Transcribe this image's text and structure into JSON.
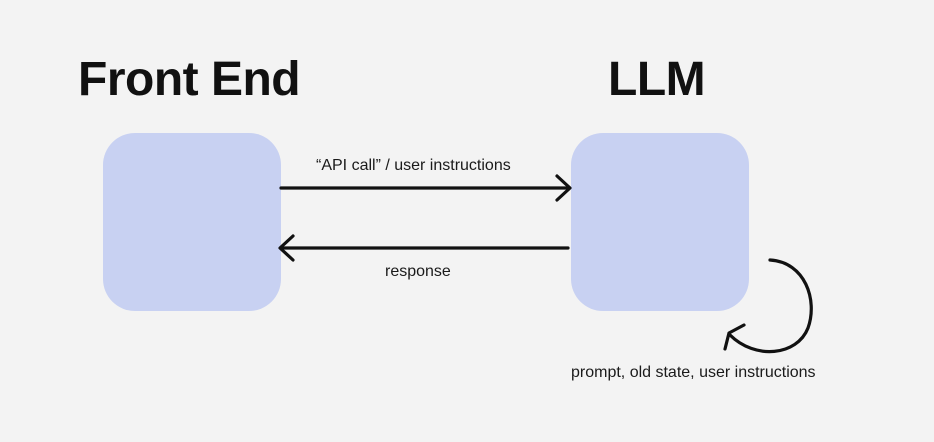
{
  "nodes": {
    "front_end": {
      "title": "Front End"
    },
    "llm": {
      "title": "LLM"
    }
  },
  "edges": {
    "request": {
      "label": "“API call” / user instructions"
    },
    "response": {
      "label": "response"
    },
    "self_loop": {
      "label": "prompt, old state, user instructions"
    }
  },
  "colors": {
    "background": "#f3f3f3",
    "node_fill": "#c8d1f2",
    "stroke": "#111111"
  }
}
